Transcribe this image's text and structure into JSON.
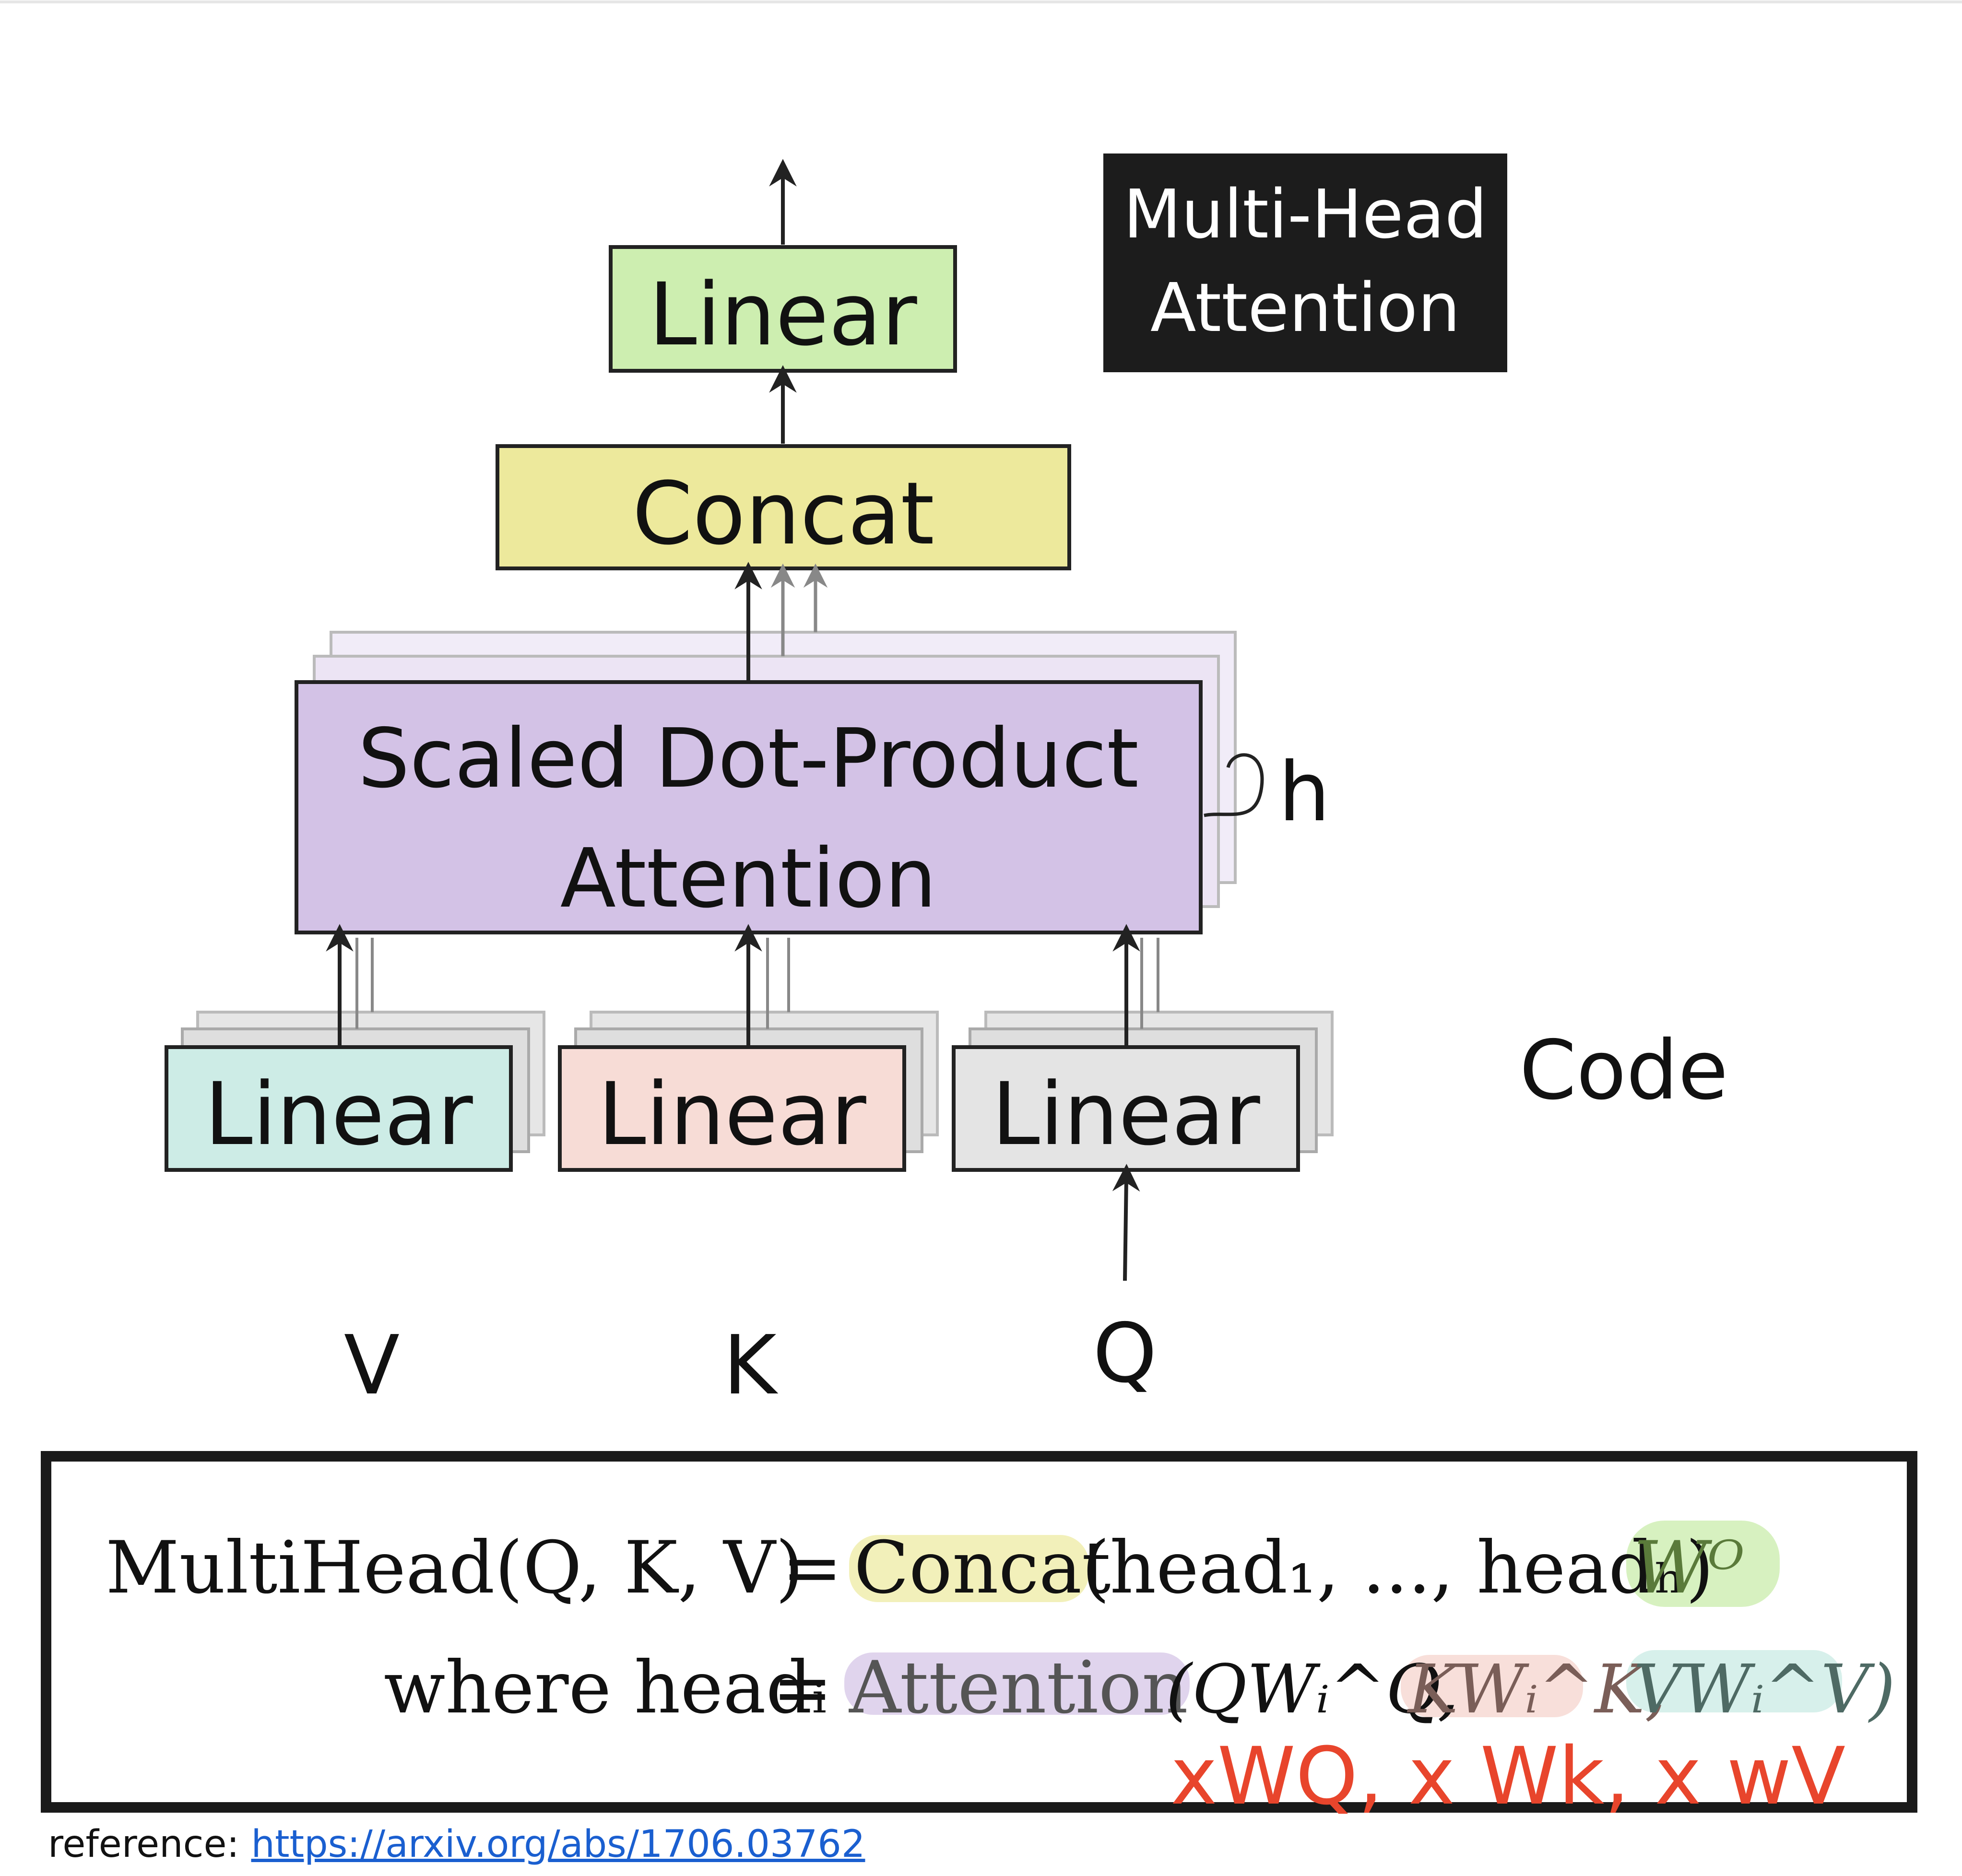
{
  "diagram": {
    "title_badge": [
      "Multi-Head",
      "Attention"
    ],
    "output_linear": "Linear",
    "concat": "Concat",
    "attention": [
      "Scaled Dot-Product",
      "Attention"
    ],
    "heads_label": "h",
    "linear_v": "Linear",
    "linear_k": "Linear",
    "linear_q": "Linear",
    "input_v": "V",
    "input_k": "K",
    "input_q": "Q",
    "code_label": "Code",
    "colors": {
      "linear_output": "#cdeeb0",
      "concat": "#ede99c",
      "attention": "#d3c2e6",
      "linear_v": "#cdece6",
      "linear_k": "#f7dcd6",
      "linear_q": "#e4e4e4",
      "badge": "#1c1c1c",
      "annotation": "#e8452c"
    }
  },
  "formula": {
    "line1": {
      "lhs": "MultiHead(Q, K, V)",
      "eq": "=",
      "concat": "Concat",
      "args": "(head₁, ..., headₕ)",
      "wo": "Wᴼ"
    },
    "line2": {
      "where": "where headᵢ",
      "eq": "=",
      "attention": "Attention",
      "args_q": "(QWᵢ^Q,",
      "args_k": "KWᵢ^K,",
      "args_v": "VWᵢ^V)"
    },
    "annotation": "xWQ, x Wk, x wV"
  },
  "reference": {
    "label": "reference: ",
    "link": "https://arxiv.org/abs/1706.03762"
  }
}
